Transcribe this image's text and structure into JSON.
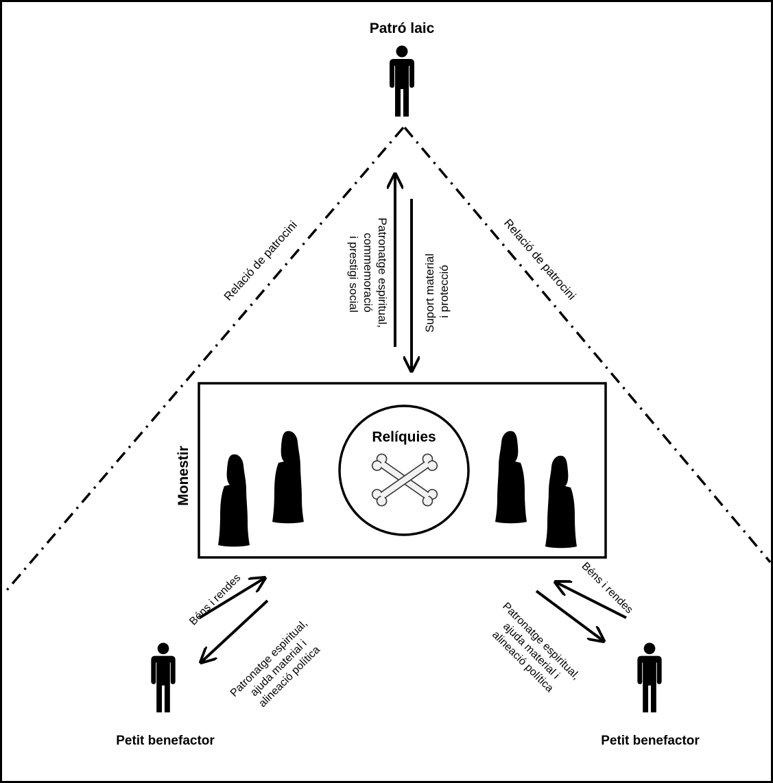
{
  "figure": {
    "nodes": {
      "lay_patron": "Patró laic",
      "monastery": "Monestir",
      "relics": "Relíquies",
      "small_benefactor_left": "Petit benefactor",
      "small_benefactor_right": "Petit benefactor"
    },
    "relations": {
      "left_patronage": "Relació de patrocini",
      "right_patronage": "Relació de patrocini"
    },
    "flows": {
      "to_patron": [
        "Patronatge espiritual,",
        "commemoració",
        "i prestigi social"
      ],
      "to_monastery": [
        "Suport material",
        "i protecció"
      ],
      "left_goods": "Béns i rendes",
      "left_return": [
        "Patronatge espiritual,",
        "ajuda material i",
        "alineació política"
      ],
      "right_goods": "Béns i rendes",
      "right_return": [
        "Patronatge espiritual,",
        "ajuda material i",
        "alineació política"
      ]
    },
    "icons": [
      "person-icon",
      "monk-icon",
      "crossed-bones-icon"
    ],
    "colors": {
      "ink": "#000000",
      "paper": "#ffffff"
    }
  }
}
